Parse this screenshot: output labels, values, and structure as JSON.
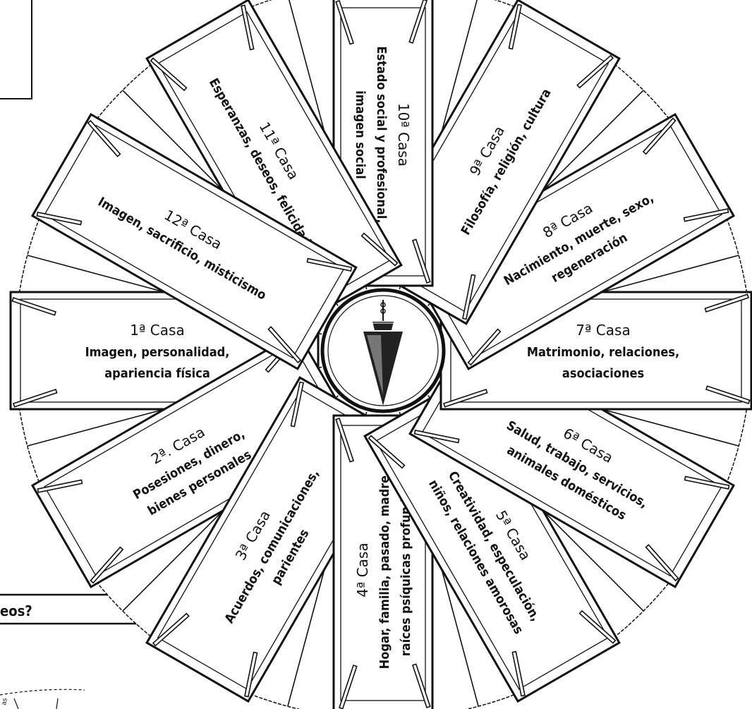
{
  "houses": [
    {
      "id": "1",
      "title": "1ª Casa",
      "lines": [
        "Imagen, personalidad,",
        "apariencia física"
      ]
    },
    {
      "id": "2",
      "title": "2ª. Casa",
      "lines": [
        "Posesiones, dinero,",
        "bienes personales"
      ]
    },
    {
      "id": "3",
      "title": "3ª Casa",
      "lines": [
        "Acuerdos, comunicaciones,",
        "parientes"
      ]
    },
    {
      "id": "4",
      "title": "4ª Casa",
      "lines": [
        "Hogar, familia, pasado, madre,",
        "raíces psíquicas profundas"
      ]
    },
    {
      "id": "5",
      "title": "5ª Casa",
      "lines": [
        "Creatividad, especulación,",
        "niños, relaciones amorosas"
      ]
    },
    {
      "id": "6",
      "title": "6ª Casa",
      "lines": [
        "Salud, trabajo, servicios,",
        "animales domésticos"
      ]
    },
    {
      "id": "7",
      "title": "7ª Casa",
      "lines": [
        "Matrimonio, relaciones,",
        "asociaciones"
      ]
    },
    {
      "id": "8",
      "title": "8ª Casa",
      "lines": [
        "Nacimiento, muerte, sexo,",
        "regeneración"
      ]
    },
    {
      "id": "9",
      "title": "9ª Casa",
      "lines": [
        "Filosofía, religión, cultura"
      ]
    },
    {
      "id": "10",
      "title": "10ª Casa",
      "lines": [
        "Estado social y profesional,",
        "imagen social"
      ]
    },
    {
      "id": "11",
      "title": "11ª Casa",
      "lines": [
        "Esperanzas, deseos, felicidad"
      ]
    },
    {
      "id": "12",
      "title": "12ª Casa",
      "lines": [
        "Imagen, sacrificio, misticismo"
      ]
    }
  ],
  "edge_fragment": "eos?"
}
